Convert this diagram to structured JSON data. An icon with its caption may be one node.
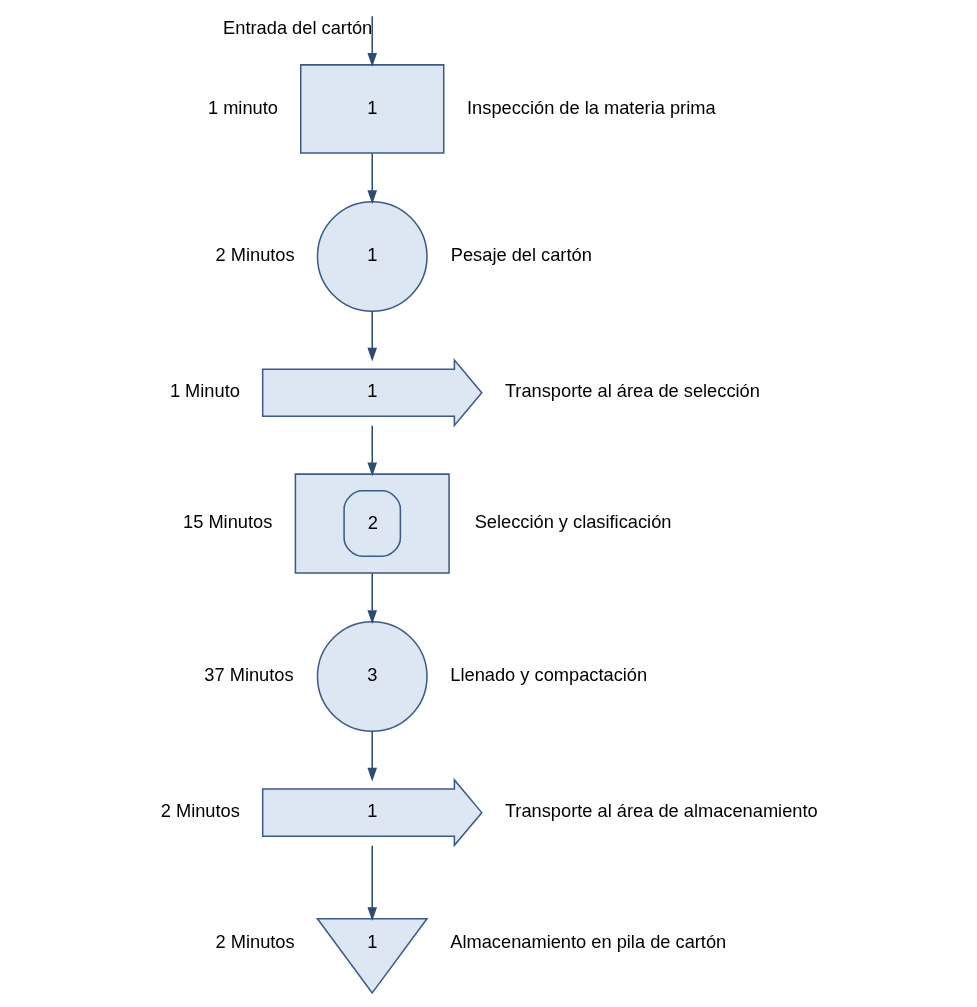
{
  "diagram": {
    "nodes": [
      {
        "text": [
          "1"
        ],
        "beside": [
          "1 minuto",
          "Inspección de la materia prima"
        ]
      },
      {
        "text": [
          "1"
        ],
        "beside": [
          "2 Minutos",
          "Pesaje del cartón"
        ]
      },
      {
        "text": [
          "1"
        ],
        "beside": [
          "1 Minuto",
          "Transporte al área de selección"
        ]
      },
      {
        "text": [
          "2"
        ],
        "beside": [
          "15 Minutos",
          "Selección y clasificación"
        ]
      },
      {
        "text": [
          "3"
        ],
        "beside": [
          "37 Minutos",
          "Llenado y compactación"
        ]
      },
      {
        "text": [
          "1"
        ],
        "beside": [
          "2 Minutos",
          "Transporte al área de almacenamiento"
        ]
      },
      {
        "text": [
          "1"
        ],
        "beside": [
          "2 Minutos",
          "Almacenamiento en pila de cartón"
        ]
      }
    ],
    "edges": [
      {
        "from": null,
        "to": 0,
        "arrow": "to",
        "label": "Entrada del cartón"
      },
      {
        "from": 0,
        "to": 1,
        "arrow": "to"
      },
      {
        "from": 1,
        "to": 2,
        "arrow": "to"
      },
      {
        "from": 2,
        "to": 3,
        "arrow": "to"
      },
      {
        "from": 3,
        "to": 4,
        "arrow": "to"
      },
      {
        "from": 4,
        "to": 5,
        "arrow": "to"
      },
      {
        "from": 5,
        "to": 6,
        "arrow": "to"
      }
    ]
  }
}
